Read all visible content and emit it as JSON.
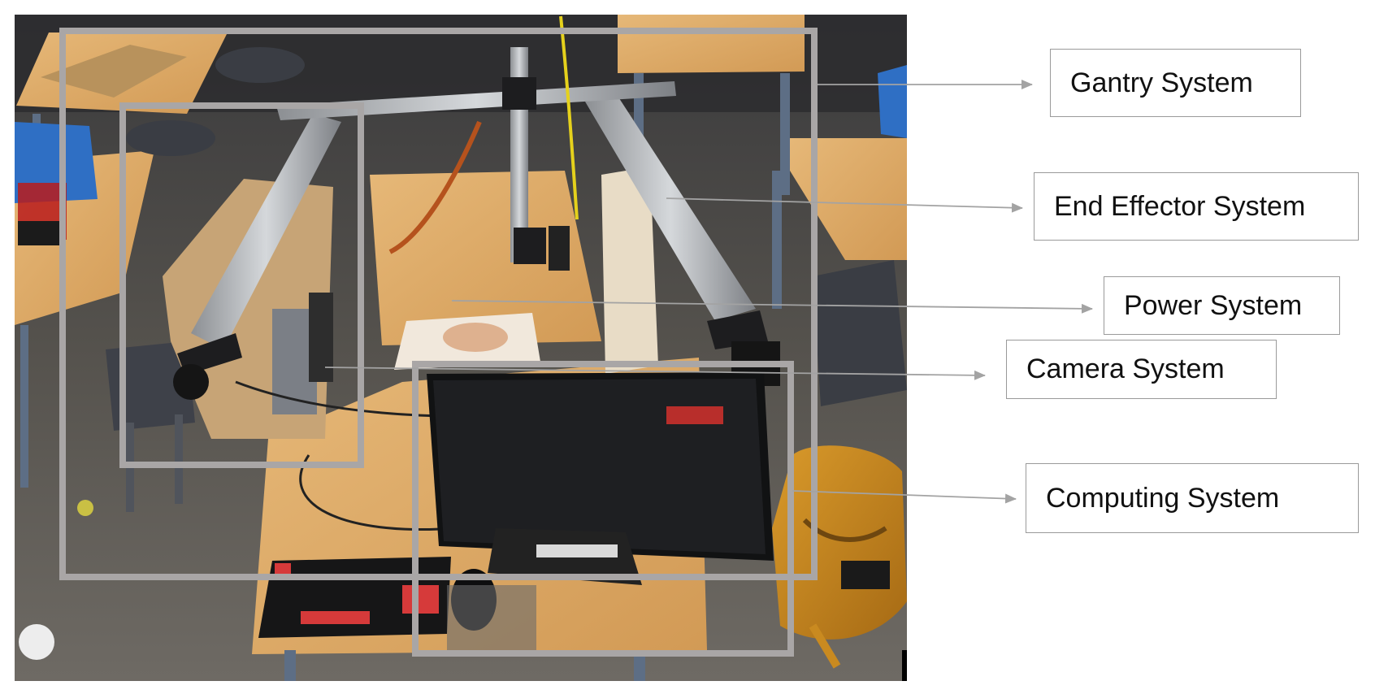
{
  "photo": {
    "subject": "photo of a gantry robot built on a workbench in a workshop, with a monitor, keyboard and mouse"
  },
  "labels": [
    {
      "id": "gantry",
      "text": "Gantry System"
    },
    {
      "id": "end-effector",
      "text": "End Effector System"
    },
    {
      "id": "power",
      "text": "Power System"
    },
    {
      "id": "camera",
      "text": "Camera System"
    },
    {
      "id": "computing",
      "text": "Computing System"
    }
  ],
  "colors": {
    "region_outline": "#a9a6a6",
    "arrow": "#a3a3a3",
    "label_border": "#9a9a9a"
  }
}
